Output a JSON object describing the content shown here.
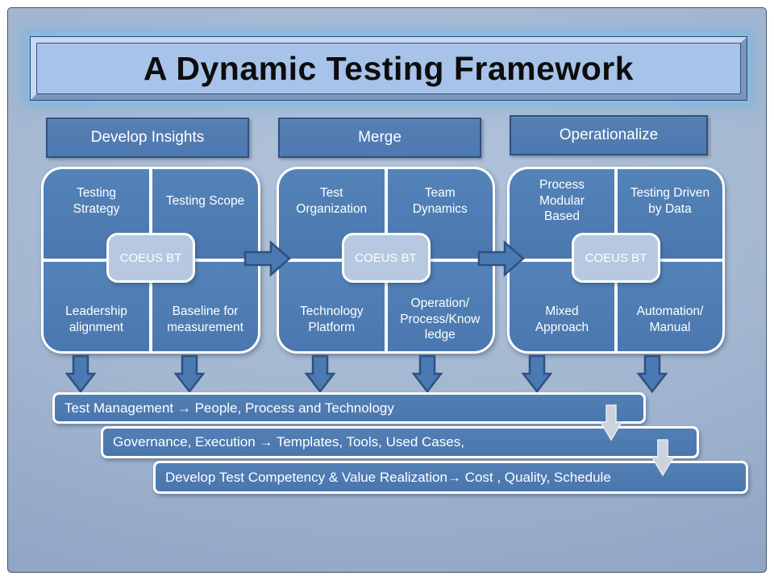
{
  "slide": {
    "title": "A Dynamic Testing Framework"
  },
  "columns": [
    {
      "header": "Develop Insights",
      "center_label": "COEUS BT",
      "cells": [
        "Testing Strategy",
        "Testing Scope",
        "Leadership alignment",
        "Baseline for measurement"
      ]
    },
    {
      "header": "Merge",
      "center_label": "COEUS BT",
      "cells": [
        "Test Organization",
        "Team Dynamics",
        "Technology Platform",
        "Operation/ Process/Know ledge"
      ]
    },
    {
      "header": "Operationalize",
      "center_label": "COEUS BT",
      "cells": [
        "Process Modular Based",
        "Testing Driven by Data",
        "Mixed Approach",
        "Automation/ Manual"
      ]
    }
  ],
  "bars": [
    "Test Management → People, Process and Technology",
    "Governance, Execution → Templates, Tools, Used Cases,",
    "Develop Test Competency & Value Realization→ Cost , Quality, Schedule"
  ],
  "icons": {
    "flow_right_arrow": "block-right-arrow",
    "quad_down_arrow": "block-down-arrow",
    "bar_connector_arrow": "small-gray-down-arrow"
  },
  "colors": {
    "background": "#a4b7d1",
    "panel_blue": "#4f7fb5",
    "dark_border": "#2d5180",
    "title_fill": "#a8c3e9",
    "title_text": "#0d0d0d",
    "coeus_fill": "#b7c9e1",
    "white_border": "#ffffff",
    "connector_gray": "#ccd3dd",
    "text": "#ffffff"
  }
}
